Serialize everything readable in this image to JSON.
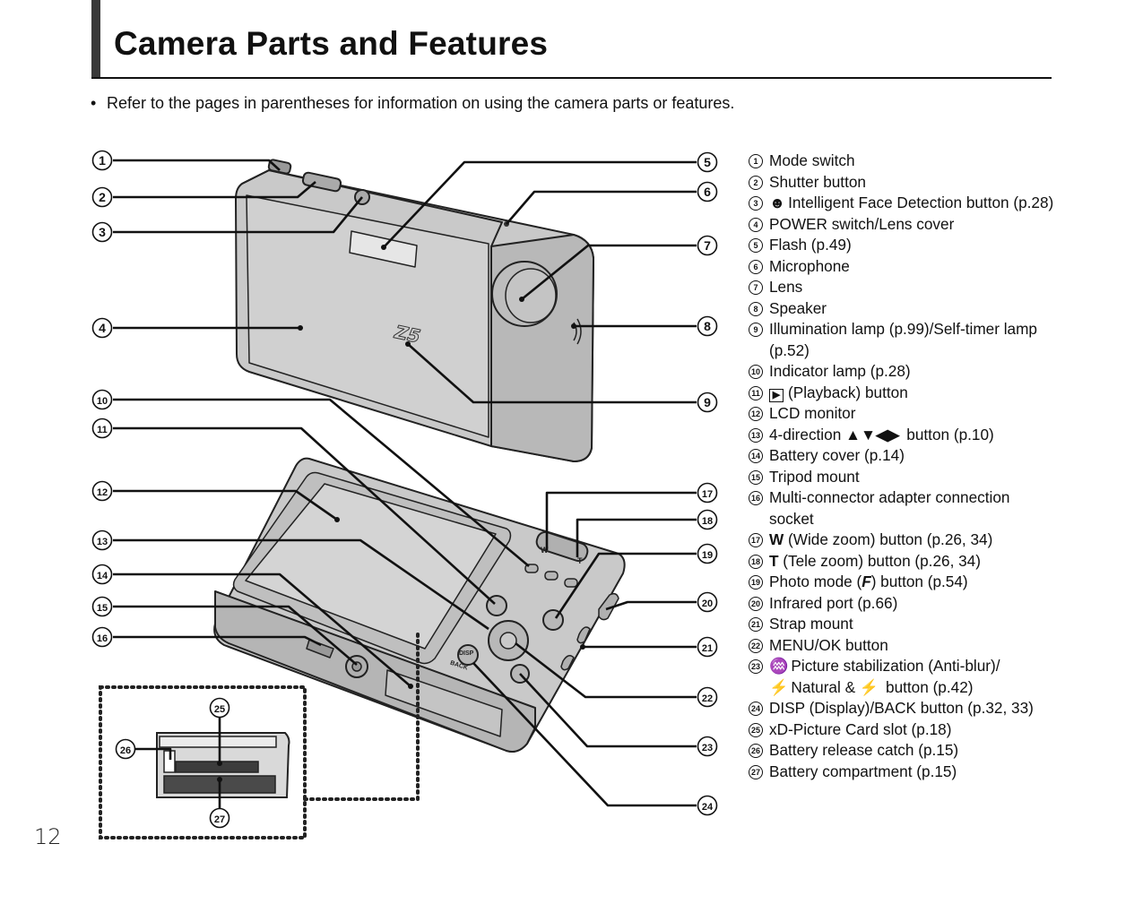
{
  "page": {
    "title": "Camera Parts and Features",
    "intro": "Refer to the pages in parentheses for information on using the camera parts or features.",
    "bullet": "•",
    "page_number": "12"
  },
  "camera": {
    "model_mark": "Z5",
    "disp_label": "DISP",
    "back_label": "BACK"
  },
  "callout_numbers": [
    "1",
    "2",
    "3",
    "4",
    "5",
    "6",
    "7",
    "8",
    "9",
    "10",
    "11",
    "12",
    "13",
    "14",
    "15",
    "16",
    "17",
    "18",
    "19",
    "20",
    "21",
    "22",
    "23",
    "24",
    "25",
    "26",
    "27"
  ],
  "legend": [
    {
      "num": "1",
      "text": "Mode switch"
    },
    {
      "num": "2",
      "text": "Shutter button"
    },
    {
      "num": "3",
      "icon": "face-detection-icon",
      "icon_glyph": "☻",
      "text": "Intelligent Face Detection button (p.28)"
    },
    {
      "num": "4",
      "text": "POWER switch/Lens cover"
    },
    {
      "num": "5",
      "text": "Flash (p.49)"
    },
    {
      "num": "6",
      "text": "Microphone"
    },
    {
      "num": "7",
      "text": "Lens"
    },
    {
      "num": "8",
      "text": "Speaker"
    },
    {
      "num": "9",
      "text": "Illumination lamp (p.99)/Self-timer lamp (p.52)"
    },
    {
      "num": "10",
      "text": "Indicator lamp (p.28)"
    },
    {
      "num": "11",
      "icon": "playback-icon",
      "icon_glyph": "▶",
      "text": "(Playback) button"
    },
    {
      "num": "12",
      "text": "LCD monitor"
    },
    {
      "num": "13",
      "text": "4-direction",
      "icon_after": "▲▼◀▶",
      "text_after": "button (p.10)"
    },
    {
      "num": "14",
      "text": "Battery cover (p.14)"
    },
    {
      "num": "15",
      "text": "Tripod mount"
    },
    {
      "num": "16",
      "text": "Multi-connector adapter connection socket"
    },
    {
      "num": "17",
      "bold": "W",
      "text": "(Wide zoom) button (p.26, 34)"
    },
    {
      "num": "18",
      "bold": "T",
      "text": "(Tele zoom) button (p.26, 34)"
    },
    {
      "num": "19",
      "text": "Photo mode (",
      "bold_after": "F",
      "text_after": ") button (p.54)"
    },
    {
      "num": "20",
      "text": "Infrared port (p.66)"
    },
    {
      "num": "21",
      "text": "Strap mount"
    },
    {
      "num": "22",
      "text": "MENU/OK button"
    },
    {
      "num": "23",
      "icon": "picture-stabilization-icon",
      "icon_glyph": "♒",
      "text": "Picture stabilization (Anti-blur)/",
      "line2_icon": "natural-flash-icon",
      "line2_glyph": "⚡",
      "line2_text": "Natural & ",
      "line2_icon_b": "⚡",
      "line2_text_b": "button (p.42)"
    },
    {
      "num": "24",
      "text": "DISP (Display)/BACK button (p.32, 33)"
    },
    {
      "num": "25",
      "text": "xD-Picture Card slot (p.18)"
    },
    {
      "num": "26",
      "text": "Battery release catch (p.15)"
    },
    {
      "num": "27",
      "text": "Battery compartment (p.15)"
    }
  ]
}
